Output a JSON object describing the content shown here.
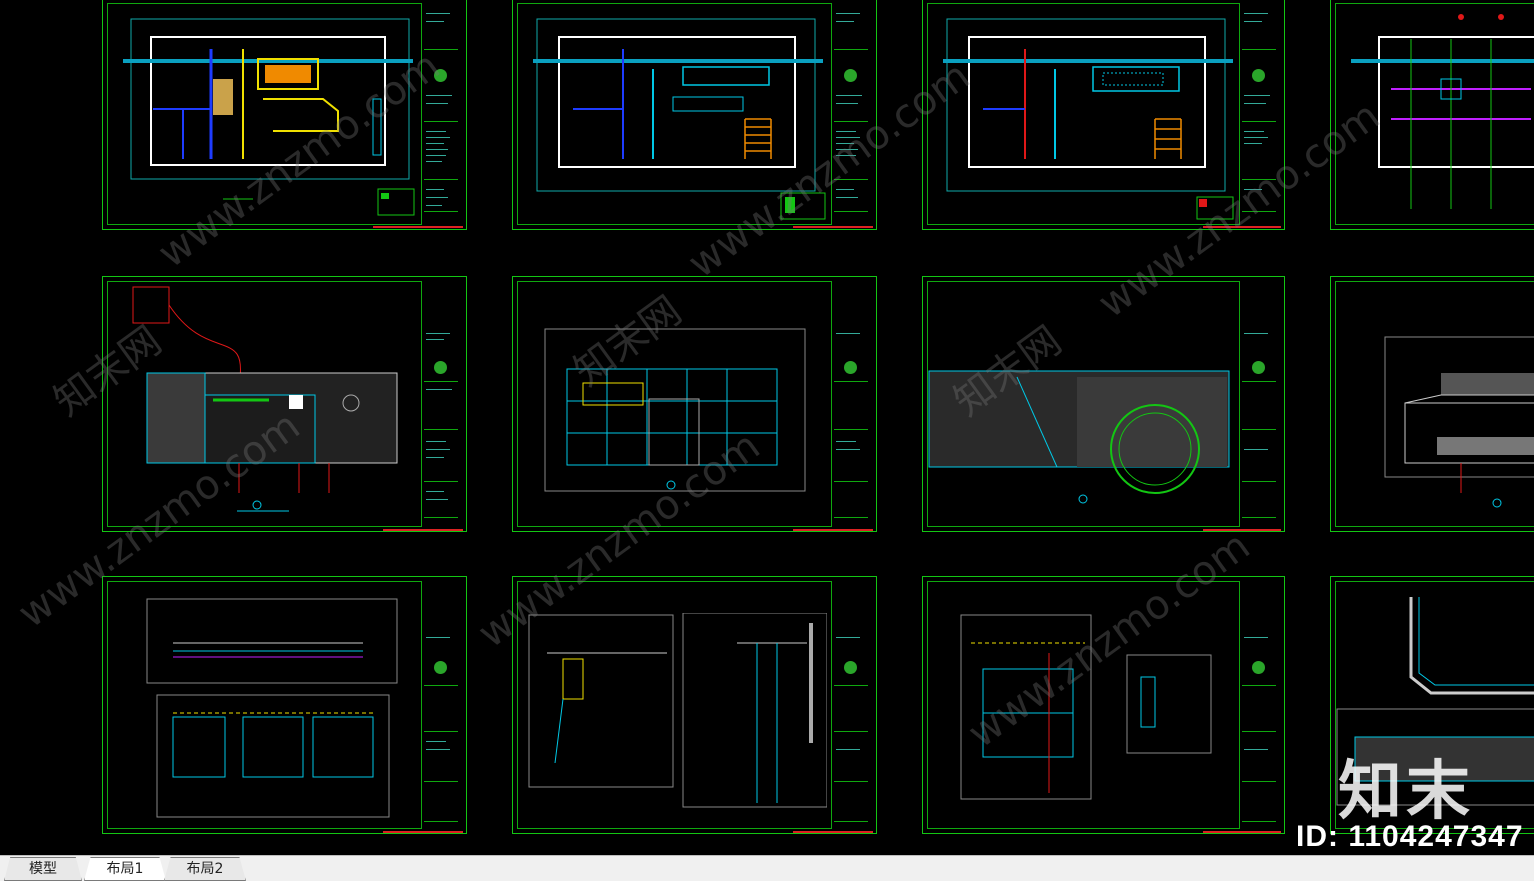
{
  "tabs": [
    {
      "label": "模型",
      "active": false
    },
    {
      "label": "布局1",
      "active": true
    },
    {
      "label": "布局2",
      "active": false
    }
  ],
  "watermark": {
    "site_text": "www.znzmo.com",
    "brand_text": "知末网",
    "logo_text": "知末",
    "id_text": "ID: 1104247347"
  },
  "colors": {
    "sheet_border": "#13c613",
    "cad_cyan": "#00c8e6",
    "cad_blue": "#1e3cff",
    "cad_yellow": "#f0e000",
    "cad_red": "#e01818",
    "cad_orange": "#f08a00",
    "cad_magenta": "#c020ff"
  },
  "sheets": [
    {
      "kind": "plan-a"
    },
    {
      "kind": "plan-b"
    },
    {
      "kind": "plan-c"
    },
    {
      "kind": "plan-d"
    },
    {
      "kind": "elev-a"
    },
    {
      "kind": "elev-b"
    },
    {
      "kind": "elev-c"
    },
    {
      "kind": "elev-d"
    },
    {
      "kind": "detail-a"
    },
    {
      "kind": "detail-b"
    },
    {
      "kind": "detail-c"
    },
    {
      "kind": "detail-d"
    }
  ]
}
